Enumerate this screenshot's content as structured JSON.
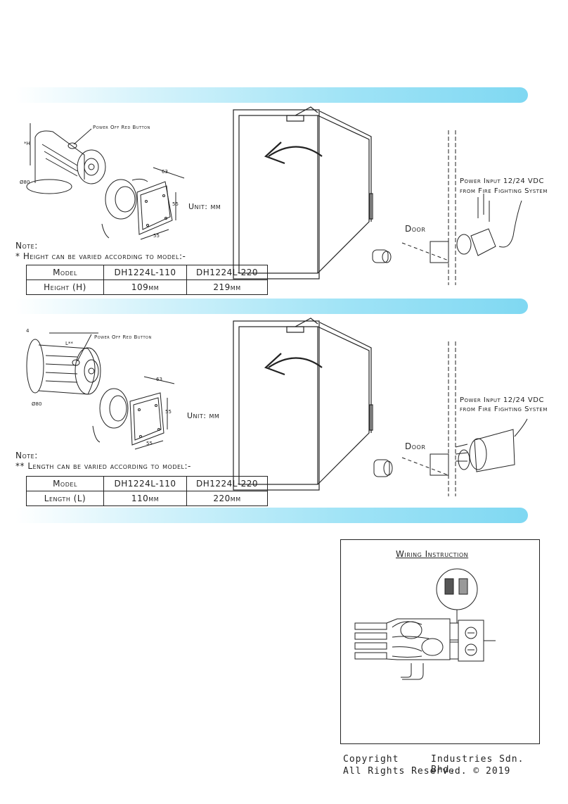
{
  "section1": {
    "callout_button": "Power Off Red Button",
    "dim_h": "*H",
    "dim_dia": "Ø80",
    "dim_63": "63",
    "dim_55a": "55",
    "dim_55b": "55",
    "unit": "Unit: mm",
    "door_label": "Door",
    "power_line1": "Power Input 12/24 VDC",
    "power_line2": "from Fire Fighting System",
    "note_title": "Note:",
    "note_text": "* Height can be varied according to model:-",
    "table": {
      "headers": [
        "Model",
        "DH1224L-110",
        "DH1224L-220"
      ],
      "row": [
        "Height (H)",
        "109mm",
        "219mm"
      ]
    }
  },
  "section2": {
    "callout_button": "Power Off Red Button",
    "dim_l": "L**",
    "dim_4": "4",
    "dim_dia": "Ø80",
    "dim_63": "63",
    "dim_55a": "55",
    "dim_55b": "55",
    "unit": "Unit: mm",
    "door_label": "Door",
    "power_line1": "Power Input 12/24 VDC",
    "power_line2": "from Fire Fighting System",
    "note_title": "Note:",
    "note_text": "** Length can be varied according to model:-",
    "table": {
      "headers": [
        "Model",
        "DH1224L-110",
        "DH1224L-220"
      ],
      "row": [
        "Length (L)",
        "110mm",
        "220mm"
      ]
    }
  },
  "wiring": {
    "title": "Wiring Instruction"
  },
  "footer": {
    "line1_left": "Copyright",
    "line1_right": "Industries Sdn. Bhd.",
    "line2": "All Rights Reserved. © 2019"
  },
  "colors": {
    "band_end": "#7fd8f2",
    "line": "#222222"
  }
}
